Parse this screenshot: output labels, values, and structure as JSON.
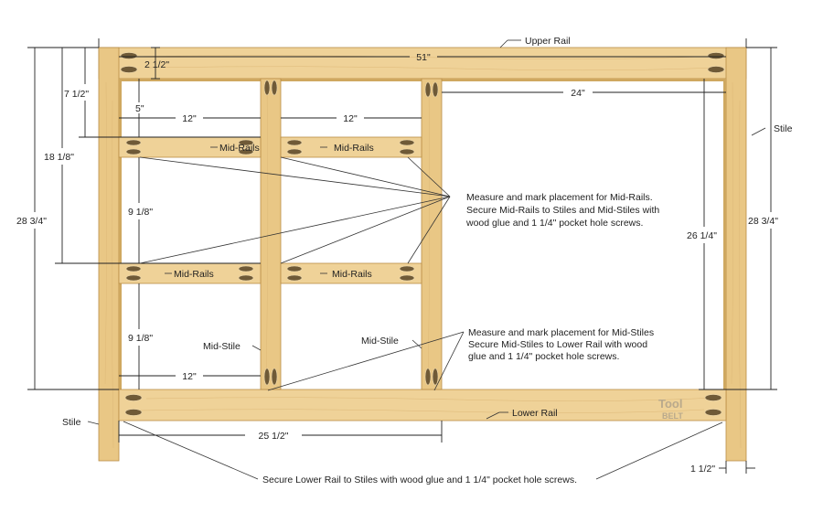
{
  "labels": {
    "upper_rail": "Upper Rail",
    "lower_rail": "Lower Rail",
    "stile_right": "Stile",
    "stile_left": "Stile",
    "mid_rails_1": "Mid-Rails",
    "mid_rails_2": "Mid-Rails",
    "mid_rails_3": "Mid-Rails",
    "mid_rails_4": "Mid-Rails",
    "mid_stile_left": "Mid-Stile",
    "mid_stile_right": "Mid-Stile"
  },
  "dimensions": {
    "width_51": "51\"",
    "upper_rail_2_5": "2 1/2\"",
    "height_7_5": "7 1/2\"",
    "gap_5": "5\"",
    "width_12_a": "12\"",
    "width_12_b": "12\"",
    "width_24": "24\"",
    "height_18_125": "18 1/8\"",
    "height_28_75_left": "28 3/4\"",
    "height_9_125_a": "9 1/8\"",
    "height_9_125_b": "9 1/8\"",
    "width_12_c": "12\"",
    "height_26_25": "26 1/4\"",
    "height_28_75_right": "28 3/4\"",
    "width_25_5": "25 1/2\"",
    "width_1_5": "1 1/2\""
  },
  "notes": {
    "mid_rails_note": [
      "Measure and mark placement for Mid-Rails.",
      "Secure Mid-Rails to Stiles and Mid-Stiles with",
      "wood glue and 1 1/4\" pocket hole screws."
    ],
    "mid_stiles_note": [
      "Measure and mark placement for Mid-Stiles",
      "Secure Mid-Stiles to Lower Rail with wood",
      "glue and 1 1/4\" pocket hole screws."
    ],
    "lower_rail_note": "Secure Lower Rail to Stiles with wood glue and 1 1/4\" pocket hole screws."
  },
  "logo": {
    "text": "Tool Belt",
    "line1": "Tool",
    "line2": "BELT"
  }
}
